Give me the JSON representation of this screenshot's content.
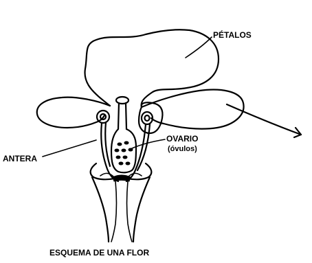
{
  "labels": {
    "petalos": "PÉTALOS",
    "antera": "ANTERA",
    "ovario": "OVARIO",
    "ovulos": "(óvulos)",
    "caption": "ESQUEMA DE UNA FLOR"
  },
  "colors": {
    "ink": "#000000",
    "background": "#ffffff"
  }
}
